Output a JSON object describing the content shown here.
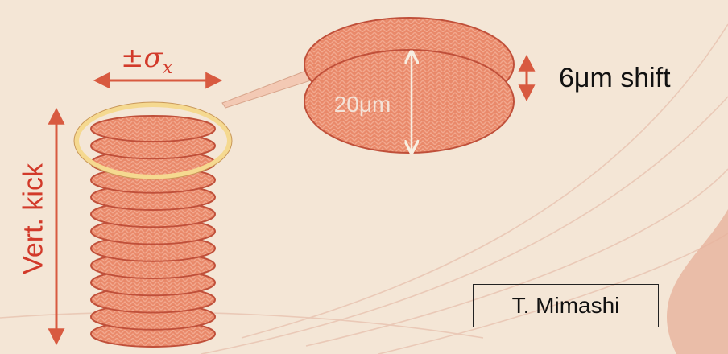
{
  "labels": {
    "sigma_prefix": "±σ",
    "sigma_subscript": "x",
    "shift": "6μm shift",
    "vertical_kick": "Vert. kick",
    "beam_size": "20μm",
    "credit": "T. Mimashi"
  },
  "colors": {
    "background": "#f4e6d6",
    "bunch_fill": "#e9896a",
    "bunch_edge": "#c0503a",
    "highlight_ring": "#f5d990",
    "arrow": "#d85a40",
    "label_red": "#d23a2a"
  },
  "stack": {
    "bunch_count": 13
  }
}
